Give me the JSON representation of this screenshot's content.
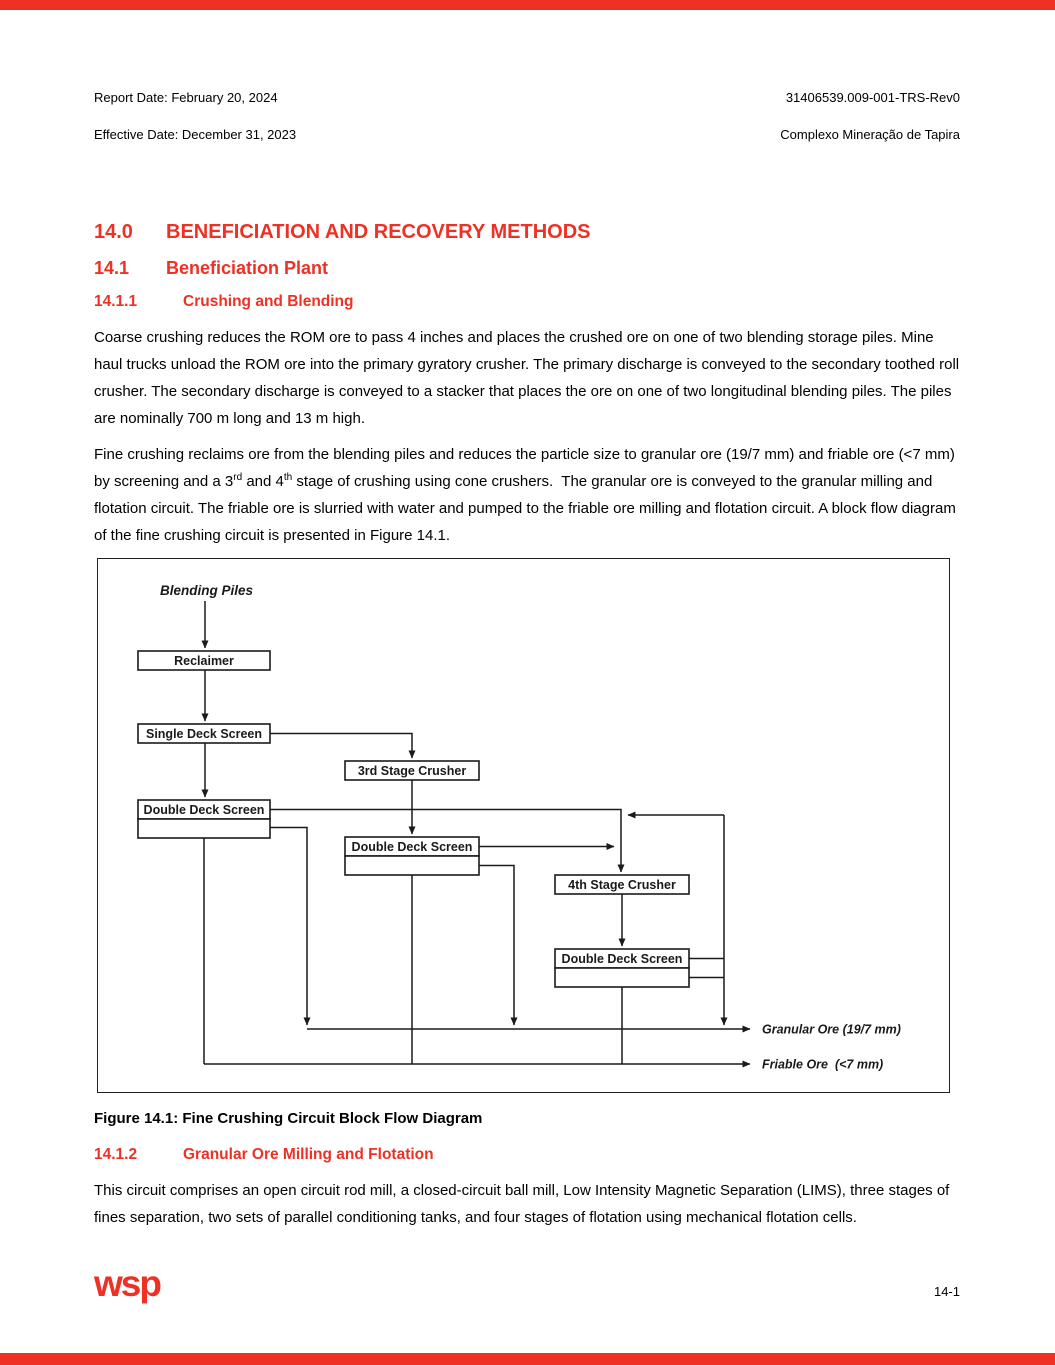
{
  "header": {
    "report_date": "Report Date: February 20, 2024",
    "doc_number": "31406539.009-001-TRS-Rev0",
    "effective_date": "Effective Date: December 31, 2023",
    "project_name": "Complexo Mineração de Tapira"
  },
  "sections": {
    "s14": {
      "number": "14.0",
      "title": "BENEFICIATION AND RECOVERY METHODS"
    },
    "s14_1": {
      "number": "14.1",
      "title": "Beneficiation Plant"
    },
    "s14_1_1": {
      "number": "14.1.1",
      "title": "Crushing and Blending",
      "p1": "Coarse crushing reduces the ROM ore to pass 4 inches and places the crushed ore on one of two blending storage piles. Mine haul trucks unload the ROM ore into the primary gyratory crusher. The primary discharge is conveyed to the secondary toothed roll crusher. The secondary discharge is conveyed to a stacker that places the ore on one of two longitudinal blending piles. The piles are nominally 700 m long and 13 m high.",
      "p2a": "Fine crushing reclaims ore from the blending piles and reduces the particle size to granular ore (19/7 mm) and friable ore (<7 mm) by screening and a 3",
      "p2_sup1": "rd",
      "p2b": " and 4",
      "p2_sup2": "th",
      "p2c": " stage of crushing using cone crushers.  The granular ore is conveyed to the granular milling and flotation circuit. The friable ore is slurried with water and pumped to the friable ore milling and flotation circuit. A block flow diagram of the fine crushing circuit is presented in Figure 14.1."
    },
    "s14_1_2": {
      "number": "14.1.2",
      "title": "Granular Ore Milling and Flotation",
      "p1": "This circuit comprises an open circuit rod mill, a closed-circuit ball mill, Low Intensity Magnetic Separation (LIMS), three stages of fines separation, two sets of parallel conditioning tanks, and four stages of flotation using mechanical flotation cells."
    }
  },
  "figure": {
    "caption": "Figure 14.1: Fine Crushing Circuit Block Flow Diagram",
    "nodes": {
      "blending_piles": "Blending Piles",
      "reclaimer": "Reclaimer",
      "single_deck_screen": "Single Deck Screen",
      "third_stage_crusher": "3rd Stage Crusher",
      "double_deck_screen_1": "Double Deck Screen",
      "double_deck_screen_2": "Double Deck Screen",
      "fourth_stage_crusher": "4th Stage Crusher",
      "double_deck_screen_3": "Double Deck Screen",
      "granular_ore": "Granular Ore (19/7 mm)",
      "friable_ore": "Friable Ore  (<7 mm)"
    }
  },
  "footer": {
    "logo_text": "wsp",
    "page_number": "14-1"
  },
  "colors": {
    "accent_red": "#ee3124"
  }
}
